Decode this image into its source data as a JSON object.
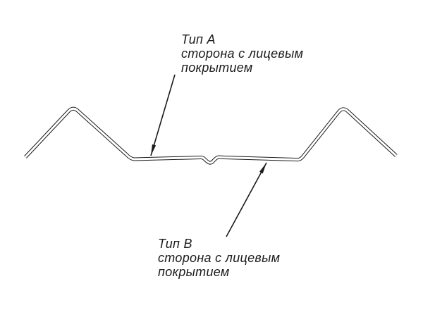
{
  "canvas": {
    "background": "#ffffff",
    "line_color": "#1b1b1b"
  },
  "labels": {
    "type_a": {
      "title": "Тип А",
      "desc_line1": "сторона с лицевым",
      "desc_line2": "покрытием"
    },
    "type_b": {
      "title": "Тип В",
      "desc_line1": "сторона с лицевым",
      "desc_line2": "покрытием"
    }
  }
}
